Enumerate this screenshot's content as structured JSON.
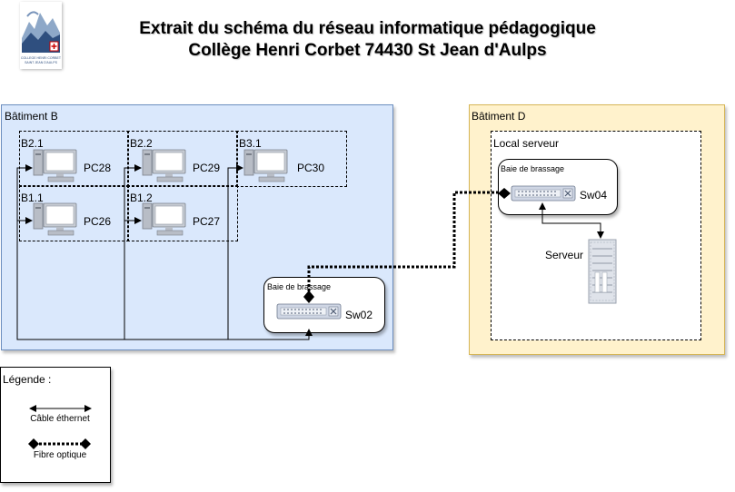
{
  "title": {
    "line1": "Extrait du schéma du réseau informatique pédagogique",
    "line2": "Collège Henri Corbet 74430 St Jean d'Aulps"
  },
  "logo": {
    "text1": "COLLEGE HENRI CORBET",
    "text2": "SAINT JEAN D'AULPS"
  },
  "buildings": {
    "b": {
      "label": "Bâtiment B",
      "color": "#dae8fc",
      "border": "#6c8ebf"
    },
    "d": {
      "label": "Bâtiment D",
      "color": "#fff2cc",
      "border": "#d6b656"
    }
  },
  "rooms": {
    "b21": "B2.1",
    "b22": "B2.2",
    "b31": "B3.1",
    "b11": "B1.1",
    "b12": "B1.2",
    "local_serveur": "Local serveur"
  },
  "pcs": {
    "pc28": "PC28",
    "pc29": "PC29",
    "pc30": "PC30",
    "pc26": "PC26",
    "pc27": "PC27"
  },
  "racks": {
    "b": {
      "label": "Baie de brassage",
      "switch": "Sw02"
    },
    "d": {
      "label": "Baie de brassage",
      "switch": "Sw04"
    }
  },
  "server": {
    "label": "Serveur"
  },
  "legend": {
    "title": "Légende :",
    "ethernet": "Câble éthernet",
    "fiber": "Fibre optique"
  }
}
